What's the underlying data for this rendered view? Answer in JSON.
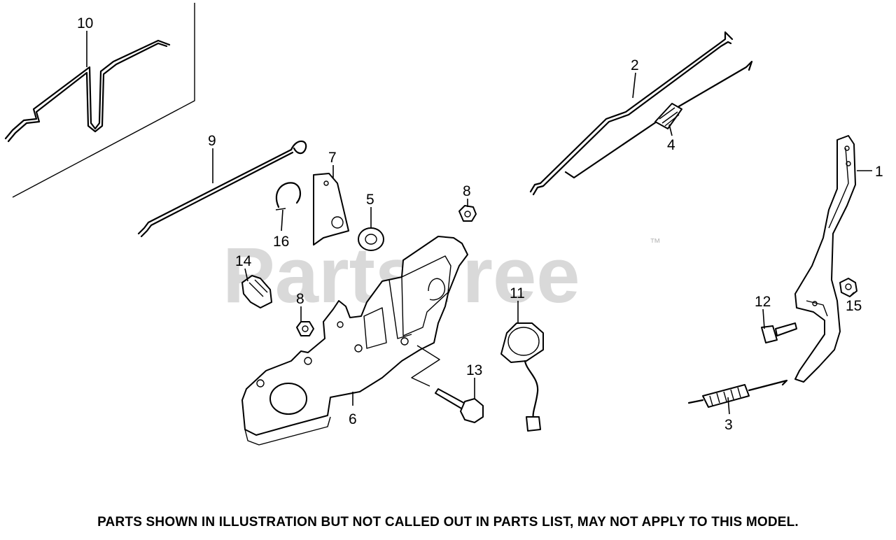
{
  "watermark": {
    "text": "PartsTree",
    "trademark": "™"
  },
  "callouts": {
    "part_1": "1",
    "part_2": "2",
    "part_3": "3",
    "part_4": "4",
    "part_5": "5",
    "part_6": "6",
    "part_7": "7",
    "part_8a": "8",
    "part_8b": "8",
    "part_9": "9",
    "part_10": "10",
    "part_11": "11",
    "part_12": "12",
    "part_13": "13",
    "part_14": "14",
    "part_15": "15",
    "part_16": "16"
  },
  "footer": {
    "note": "PARTS SHOWN IN ILLUSTRATION BUT NOT CALLED OUT IN PARTS LIST, MAY NOT APPLY TO THIS MODEL."
  }
}
